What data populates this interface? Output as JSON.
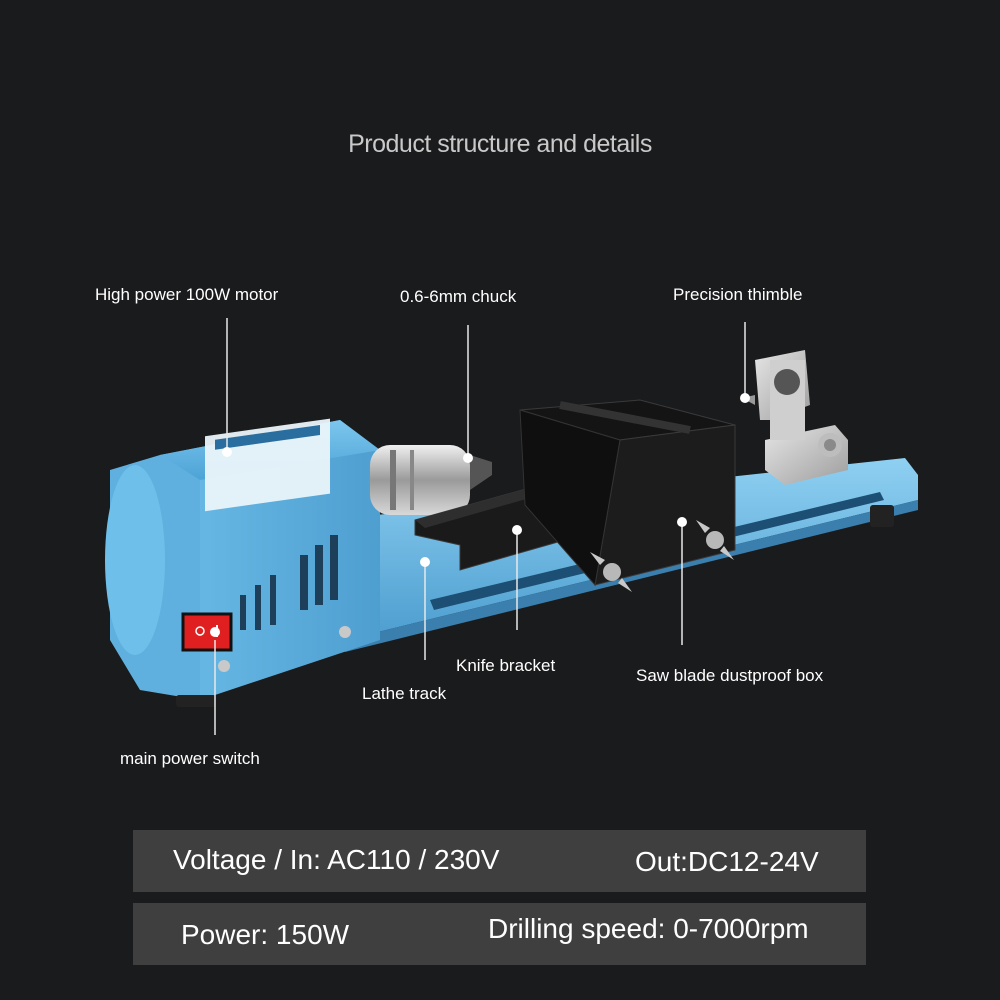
{
  "title": "Product structure and details",
  "labels": {
    "motor": "High power 100W motor",
    "chuck": "0.6-6mm chuck",
    "thimble": "Precision thimble",
    "knife_bracket": "Knife bracket",
    "lathe_track": "Lathe track",
    "dustproof_box": "Saw blade dustproof box",
    "power_switch": "main power switch"
  },
  "specs": {
    "voltage_in": "Voltage / In: AC110 / 230V",
    "out": "Out:DC12-24V",
    "power": "Power: 150W",
    "drilling_speed": "Drilling speed: 0-7000rpm"
  },
  "colors": {
    "background": "#1a1b1d",
    "machine_blue": "#5bb3e0",
    "spec_bar": "#3f3f3f",
    "switch_red": "#e02020"
  }
}
